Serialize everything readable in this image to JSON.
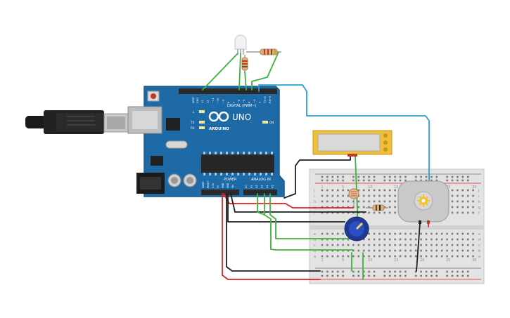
{
  "board": {
    "logo_text": "UNO",
    "brand": "ARDUINO",
    "digital_label": "DIGITAL (PWM~)",
    "power_label": "POWER",
    "analog_label": "ANALOG IN",
    "on_label": "ON",
    "led_l": "L",
    "led_tx": "TX",
    "led_rx": "RX",
    "aref": "AREF",
    "gnd": "GND",
    "digital_pins": [
      "13",
      "12",
      "~11",
      "~10",
      "~9",
      "8",
      "7",
      "~6",
      "~5",
      "4",
      "~3",
      "2",
      "TX→1",
      "RX←0"
    ],
    "power_pins": [
      "IOREF",
      "RESET",
      "3.3V",
      "5V",
      "GND",
      "GND",
      "Vin"
    ],
    "analog_pins": [
      "A0",
      "A1",
      "A2",
      "A3",
      "A4",
      "A5"
    ]
  },
  "breadboard": {
    "row_letters_top": [
      "j",
      "i",
      "h",
      "g",
      "f"
    ],
    "row_letters_bottom": [
      "e",
      "d",
      "c",
      "b",
      "a"
    ],
    "column_numbers": [
      "1",
      "5",
      "10",
      "15",
      "20",
      "25",
      "30"
    ]
  },
  "colors": {
    "board": "#1d6aa6",
    "wire_green": "#3db33d",
    "wire_red": "#e02020",
    "wire_black": "#1e1e1e",
    "wire_blue": "#2a9fd6"
  }
}
